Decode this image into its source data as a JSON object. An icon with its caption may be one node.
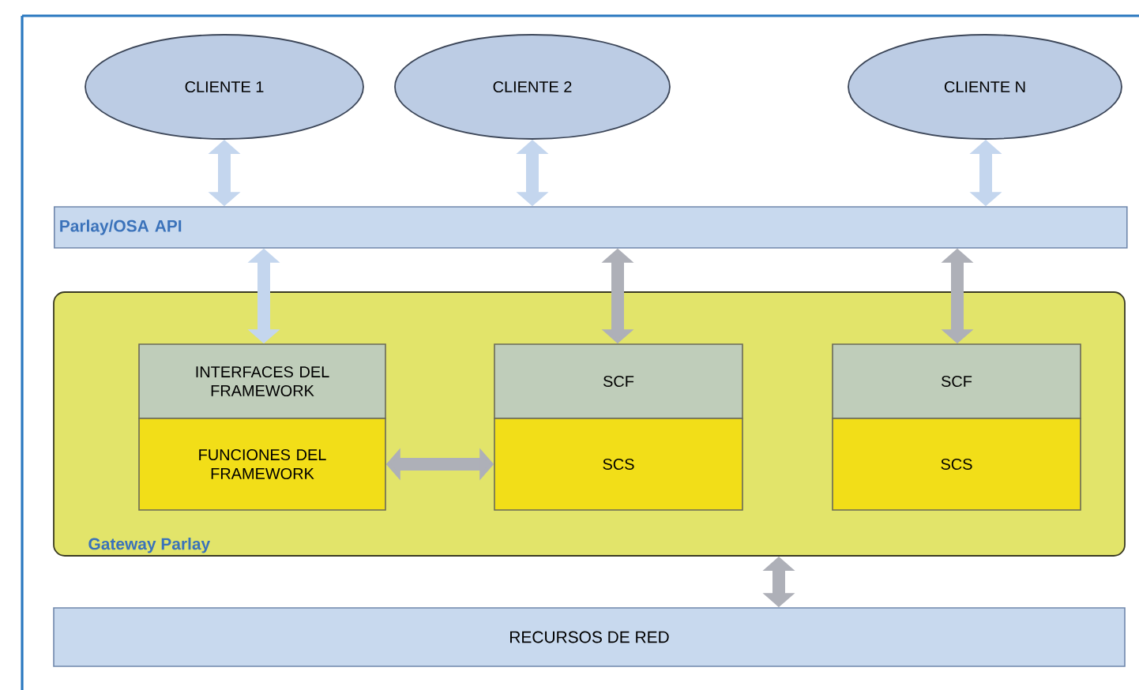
{
  "diagram": {
    "nodes": [
      {
        "text": [
          "CLIENTE 1"
        ]
      },
      {
        "text": [
          "CLIENTE 2"
        ]
      },
      {
        "text": [
          "CLIENTE N"
        ]
      },
      {
        "text": [
          "Parlay/OSA API"
        ]
      },
      {
        "text": [
          "Gateway Parlay"
        ]
      },
      {
        "text": [
          "INTERFACES DEL FRAMEWORK"
        ],
        "in": 4
      },
      {
        "text": [
          "FUNCIONES DEL FRAMEWORK"
        ],
        "in": 4
      },
      {
        "text": [
          "SCF"
        ],
        "in": 4
      },
      {
        "text": [
          "SCS"
        ],
        "in": 4
      },
      {
        "text": [
          "SCF"
        ],
        "in": 4
      },
      {
        "text": [
          "SCS"
        ],
        "in": 4
      },
      {
        "text": [
          "RECURSOS DE RED"
        ]
      }
    ],
    "edges": [
      {
        "from": 0,
        "to": 3,
        "arrow": "both"
      },
      {
        "from": 1,
        "to": 3,
        "arrow": "both"
      },
      {
        "from": 2,
        "to": 3,
        "arrow": "both"
      },
      {
        "from": 3,
        "to": 5,
        "arrow": "both"
      },
      {
        "from": 3,
        "to": 7,
        "arrow": "both",
        "color": "#aeb0b8"
      },
      {
        "from": 3,
        "to": 9,
        "arrow": "both",
        "color": "#aeb0b8"
      },
      {
        "from": 6,
        "to": 8,
        "arrow": "both",
        "color": "#aeb0b8"
      },
      {
        "from": 4,
        "to": 11,
        "arrow": "both",
        "color": "#aeb0b8"
      }
    ]
  }
}
